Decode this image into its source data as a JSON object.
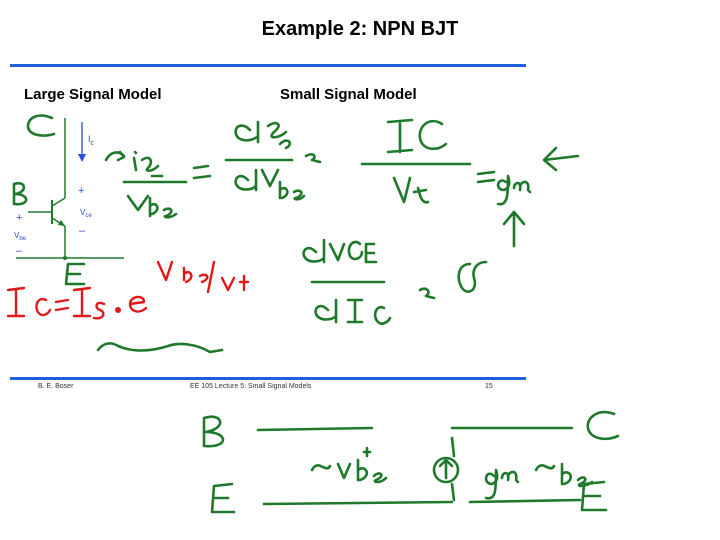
{
  "slide": {
    "title": "Example 2: NPN BJT",
    "left_heading": "Large Signal Model",
    "right_heading": "Small Signal Model"
  },
  "schematic": {
    "ic_label": "I",
    "ic_sub": "c",
    "vce_label": "V",
    "vce_sub": "ce",
    "vbe_label": "V",
    "vbe_sub": "be",
    "plus": "+",
    "minus": "–"
  },
  "footer": {
    "author": "B. E. Boser",
    "course": "EE 105 Lecture 5: Small Signal Models",
    "page": "15"
  },
  "colors": {
    "rule": "#1f5fd9",
    "green_ink": "#1e7a2a",
    "red_ink": "#e01818",
    "blue_ink": "#2b4cd6"
  }
}
